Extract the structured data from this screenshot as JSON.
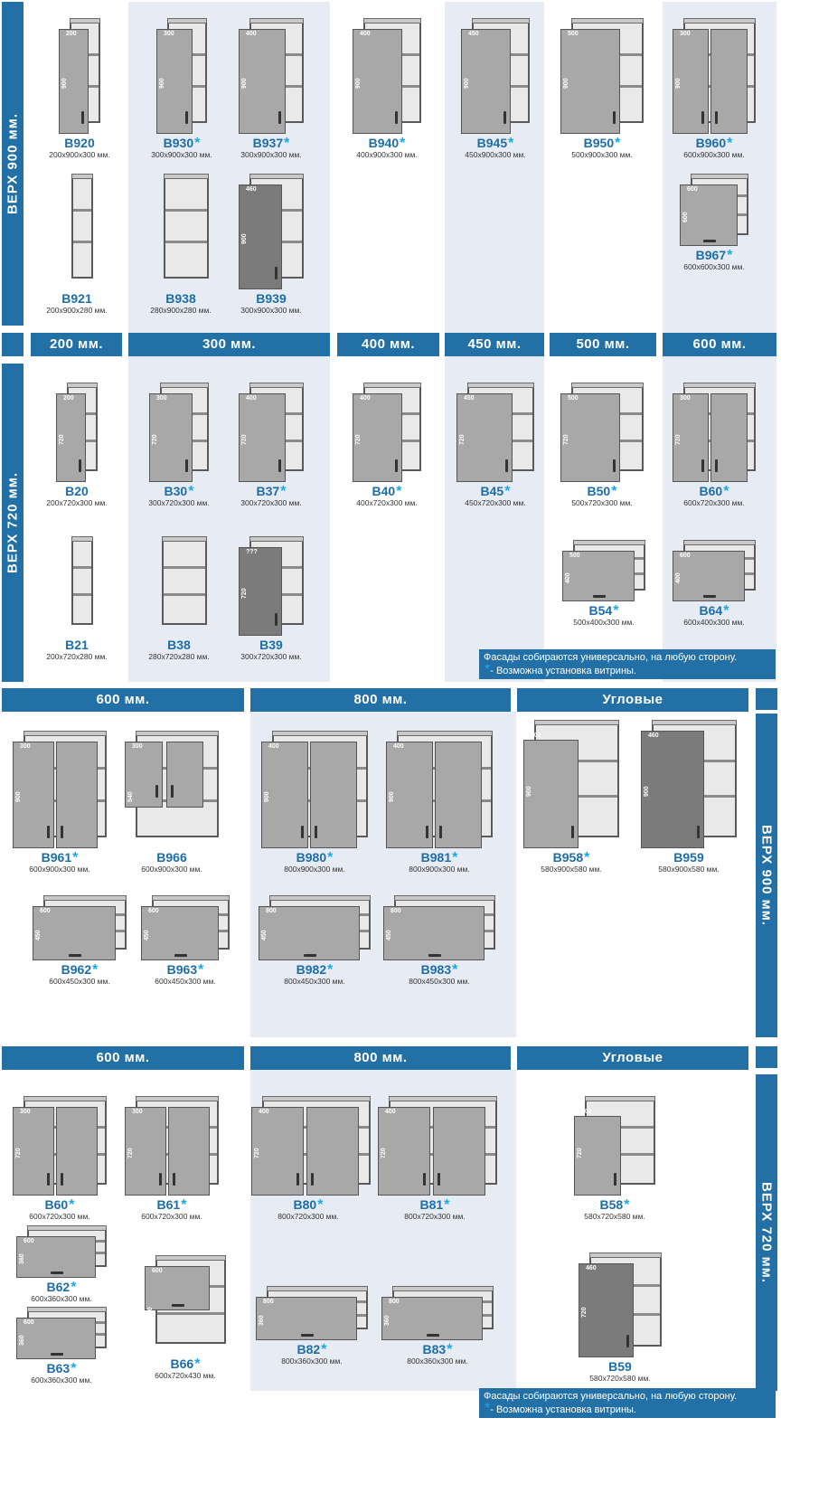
{
  "side_labels": {
    "top900": "ВЕРХ 900 мм.",
    "top720": "ВЕРХ 720 мм.",
    "right900": "ВЕРХ 900 мм.",
    "right720": "ВЕРХ 720 мм."
  },
  "width_headers": [
    "200 мм.",
    "300 мм.",
    "400 мм.",
    "450 мм.",
    "500 мм.",
    "600 мм."
  ],
  "section_headers": {
    "s1": [
      "600 мм.",
      "800 мм.",
      "Угловые"
    ],
    "s2": [
      "600 мм.",
      "800 мм.",
      "Угловые"
    ]
  },
  "notes": {
    "n1_line1": "Фасады собираются универсально, на любую сторону.",
    "n1_line2": "- Возможна установка витрины.",
    "n2_line1": "Фасады собираются универсально, на любую сторону.",
    "n2_line2": "- Возможна установка витрины."
  },
  "star_glyph": "*",
  "colors": {
    "accent": "#2270a6",
    "star": "#19a9e5",
    "panel": "#e6ebf4"
  },
  "cabinets": [
    {
      "name": "В920",
      "size": "200x900x300 мм.",
      "w": "200",
      "h": "900",
      "star": false
    },
    {
      "name": "В930",
      "size": "300x900x300 мм.",
      "w": "300",
      "h": "900",
      "star": true
    },
    {
      "name": "В937",
      "size": "300x900x300 мм.",
      "w": "400",
      "h": "900",
      "star": true
    },
    {
      "name": "В940",
      "size": "400x900x300 мм.",
      "w": "400",
      "h": "900",
      "star": true
    },
    {
      "name": "В945",
      "size": "450x900x300 мм.",
      "w": "450",
      "h": "900",
      "star": true
    },
    {
      "name": "В950",
      "size": "500x900x300 мм.",
      "w": "500",
      "h": "900",
      "star": true
    },
    {
      "name": "В960",
      "size": "600x900x300 мм.",
      "w": "300",
      "h": "900",
      "star": true
    },
    {
      "name": "В921",
      "size": "200x900x280 мм.",
      "w": "",
      "h": "",
      "star": false
    },
    {
      "name": "В938",
      "size": "280x900x280 мм.",
      "w": "",
      "h": "",
      "star": false
    },
    {
      "name": "В939",
      "size": "300x900x300 мм.",
      "w": "460",
      "h": "900",
      "star": false
    },
    {
      "name": "В967",
      "size": "600x600x300 мм.",
      "w": "600",
      "h": "600",
      "star": true
    },
    {
      "name": "В20",
      "size": "200x720x300 мм.",
      "w": "200",
      "h": "720",
      "star": false
    },
    {
      "name": "В30",
      "size": "300x720x300 мм.",
      "w": "300",
      "h": "720",
      "star": true
    },
    {
      "name": "В37",
      "size": "300x720x300 мм.",
      "w": "400",
      "h": "720",
      "star": true
    },
    {
      "name": "В40",
      "size": "400x720x300 мм.",
      "w": "400",
      "h": "720",
      "star": true
    },
    {
      "name": "В45",
      "size": "450x720x300 мм.",
      "w": "450",
      "h": "720",
      "star": true
    },
    {
      "name": "В50",
      "size": "500x720x300 мм.",
      "w": "500",
      "h": "720",
      "star": true
    },
    {
      "name": "В60",
      "size": "600x720x300 мм.",
      "w": "300",
      "h": "720",
      "star": true
    },
    {
      "name": "В54",
      "size": "500x400x300 мм.",
      "w": "500",
      "h": "400",
      "star": true
    },
    {
      "name": "В64",
      "size": "600x400x300 мм.",
      "w": "600",
      "h": "400",
      "star": true
    },
    {
      "name": "В21",
      "size": "200x720x280 мм.",
      "w": "",
      "h": "",
      "star": false
    },
    {
      "name": "В38",
      "size": "280x720x280 мм.",
      "w": "",
      "h": "",
      "star": false
    },
    {
      "name": "В39",
      "size": "300x720x300 мм.",
      "w": "???",
      "h": "720",
      "star": false
    },
    {
      "name": "В961",
      "size": "600x900x300 мм.",
      "w": "300",
      "h": "900",
      "star": true
    },
    {
      "name": "В966",
      "size": "600x900x300 мм.",
      "w": "300",
      "h": "540",
      "star": false
    },
    {
      "name": "В980",
      "size": "800x900x300 мм.",
      "w": "400",
      "h": "900",
      "star": true
    },
    {
      "name": "В981",
      "size": "800x900x300 мм.",
      "w": "400",
      "h": "900",
      "star": true
    },
    {
      "name": "В958",
      "size": "580x900x580 мм.",
      "w": "400",
      "h": "900",
      "star": true
    },
    {
      "name": "В959",
      "size": "580x900x580 мм.",
      "w": "460",
      "h": "900",
      "star": false
    },
    {
      "name": "В962",
      "size": "600x450x300 мм.",
      "w": "600",
      "h": "450",
      "star": true
    },
    {
      "name": "В963",
      "size": "600x450x300 мм.",
      "w": "600",
      "h": "450",
      "star": true
    },
    {
      "name": "В982",
      "size": "800x450x300 мм.",
      "w": "800",
      "h": "450",
      "star": true
    },
    {
      "name": "В983",
      "size": "800x450x300 мм.",
      "w": "800",
      "h": "450",
      "star": true
    },
    {
      "name": "В60",
      "size": "600x720x300 мм.",
      "w": "300",
      "h": "720",
      "star": true
    },
    {
      "name": "В61",
      "size": "600x720x300 мм.",
      "w": "300",
      "h": "720",
      "star": true
    },
    {
      "name": "В80",
      "size": "800x720x300 мм.",
      "w": "400",
      "h": "720",
      "star": true
    },
    {
      "name": "В81",
      "size": "800x720x300 мм.",
      "w": "400",
      "h": "720",
      "star": true
    },
    {
      "name": "В58",
      "size": "580x720x580 мм.",
      "w": "400",
      "h": "720",
      "star": true
    },
    {
      "name": "В62",
      "size": "600x360x300 мм.",
      "w": "600",
      "h": "360",
      "star": true
    },
    {
      "name": "В63",
      "size": "600x360x300 мм.",
      "w": "600",
      "h": "360",
      "star": true
    },
    {
      "name": "В66",
      "size": "600x720x430 мм.",
      "w": "600",
      "h": "360",
      "star": true
    },
    {
      "name": "В82",
      "size": "800x360x300 мм.",
      "w": "800",
      "h": "360",
      "star": true
    },
    {
      "name": "В83",
      "size": "800x360x300 мм.",
      "w": "800",
      "h": "360",
      "star": true
    },
    {
      "name": "В59",
      "size": "580x720x580 мм.",
      "w": "460",
      "h": "720",
      "star": false
    }
  ]
}
